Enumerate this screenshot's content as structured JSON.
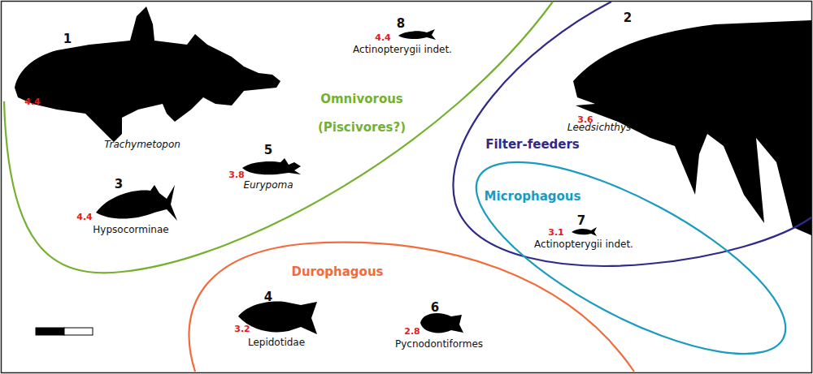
{
  "diagram": {
    "nodes": [
      {
        "text": [
          "Omnivorous",
          "(Piscivores?)"
        ]
      },
      {
        "text": [
          "Filter-feeders"
        ]
      },
      {
        "text": [
          "Microphagous"
        ]
      },
      {
        "text": [
          "Durophagous"
        ]
      }
    ],
    "labels": [
      "1",
      "4.4",
      "Trachymetopon",
      "8",
      "4.4",
      "Actinopterygii indet.",
      "2",
      "3.6",
      "Leedsichthys",
      "5",
      "3.8",
      "Eurypoma",
      "3",
      "4.4",
      "Hypsocorminae",
      "7",
      "3.1",
      "Actinopterygii indet.",
      "4",
      "3.2",
      "Lepidotidae",
      "6",
      "2.8",
      "Pycnodontiformes"
    ]
  }
}
